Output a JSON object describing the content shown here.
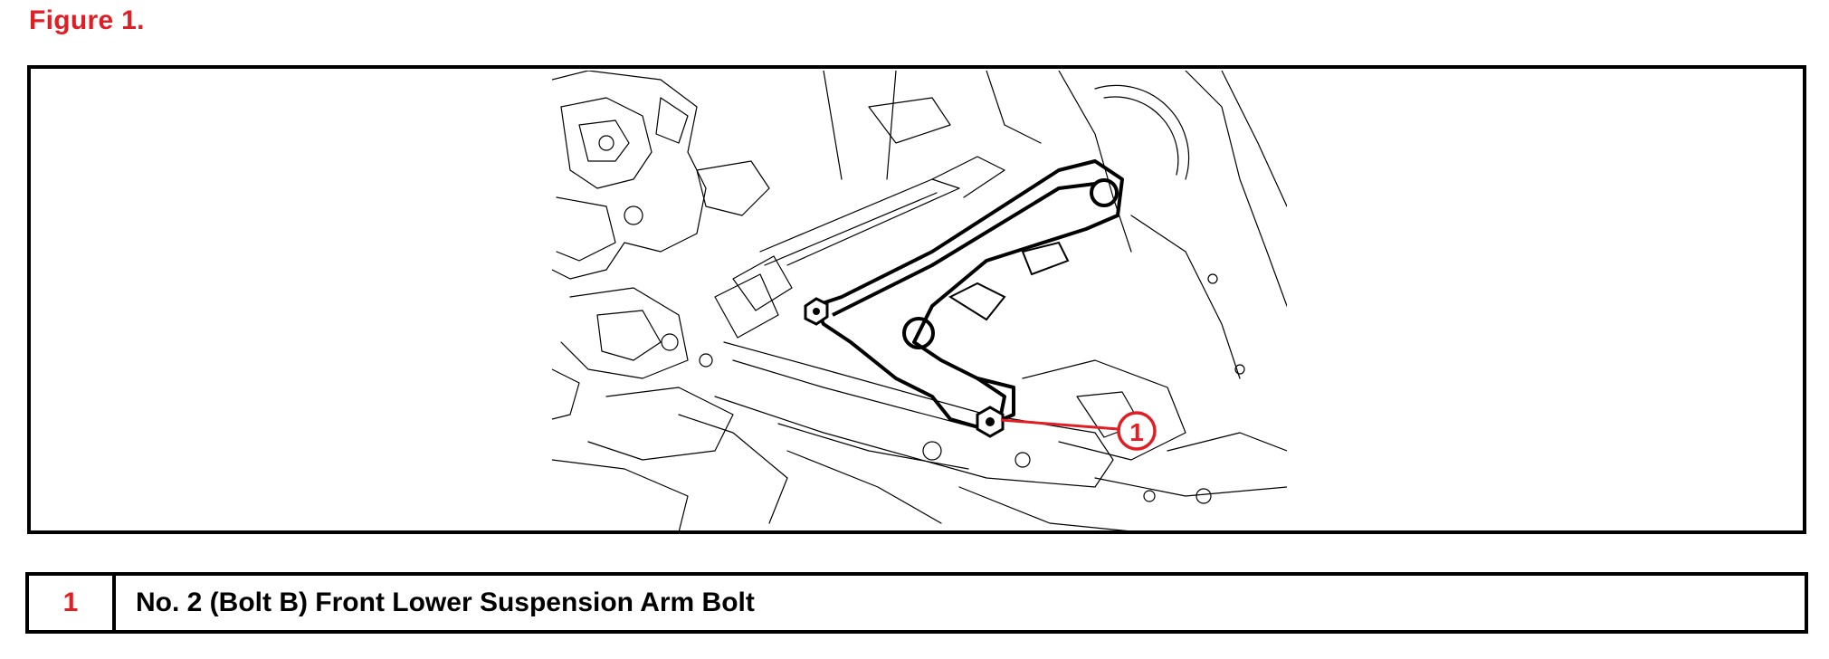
{
  "figure": {
    "title": "Figure 1.",
    "callout_number": "1"
  },
  "legend": [
    {
      "number": "1",
      "description": "No. 2 (Bolt B) Front Lower Suspension Arm Bolt"
    }
  ],
  "colors": {
    "accent_red": "#e01e24",
    "line_black": "#000000"
  }
}
